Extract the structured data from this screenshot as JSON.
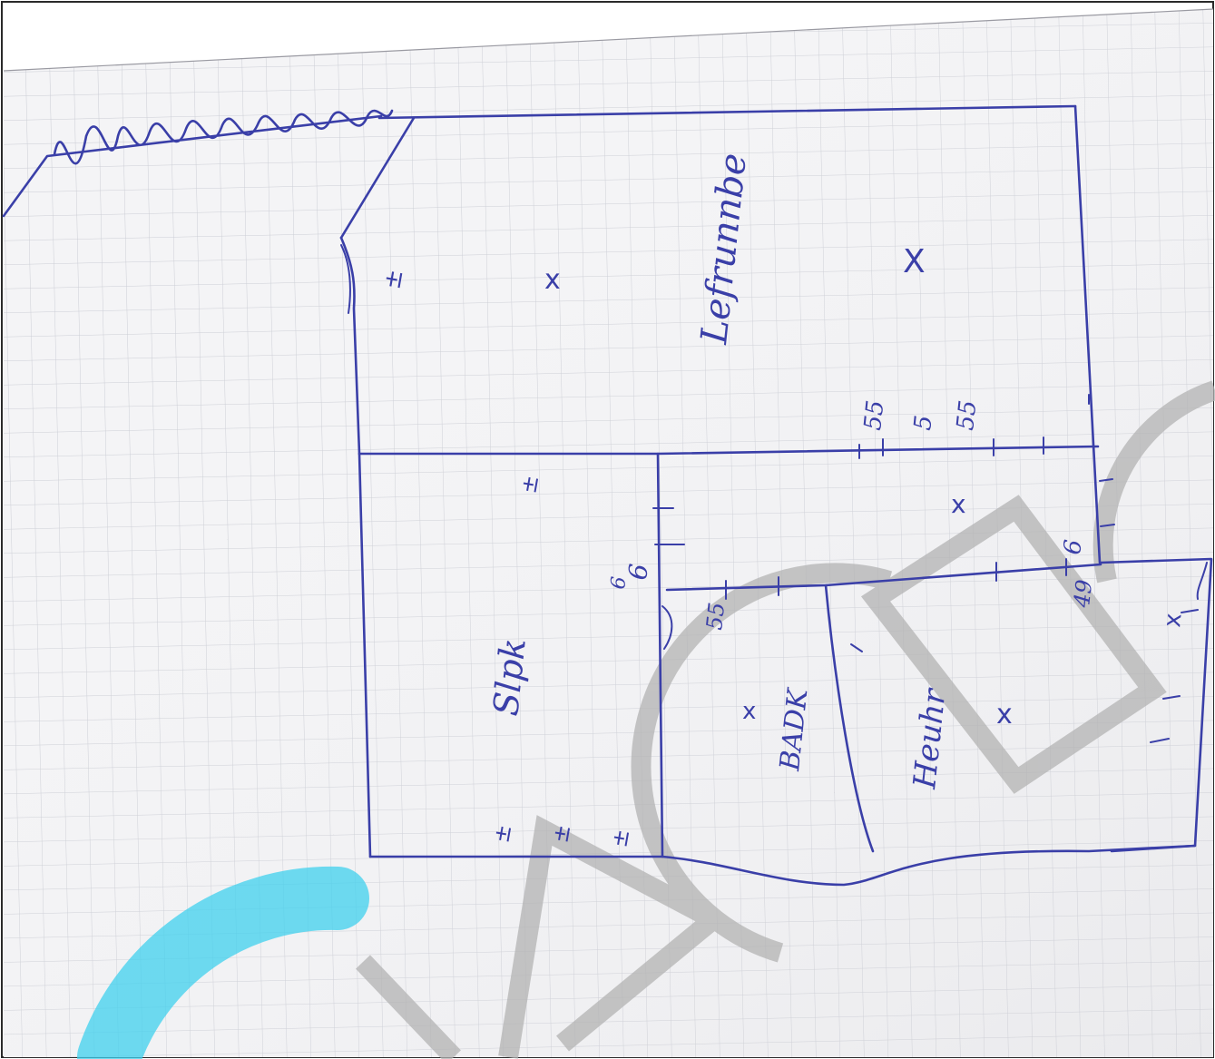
{
  "colors": {
    "paper": "#f4f4f6",
    "grid": "#c9cbd3",
    "ink": "#3a3fa8",
    "watermark_gray": "#b3b3b3",
    "watermark_cyan": "#3fd0ee",
    "frame": "#2a2a2a"
  },
  "labels": {
    "living_room": "Lefrunnbe",
    "bedroom": "Slpk",
    "bathroom": "BADK",
    "kitchen": "Heuhr"
  },
  "room_markers": [
    "x",
    "X",
    "x",
    "x",
    "x",
    "x"
  ],
  "measurements": {
    "m1": "55",
    "m2": "5",
    "m3": "55",
    "m4": "6",
    "m5": "6",
    "m6": "55",
    "m7": "49",
    "m8": "6"
  },
  "icons": {
    "radiator": "radiator-zigzag-icon",
    "outlet": "wall-outlet-icon"
  }
}
